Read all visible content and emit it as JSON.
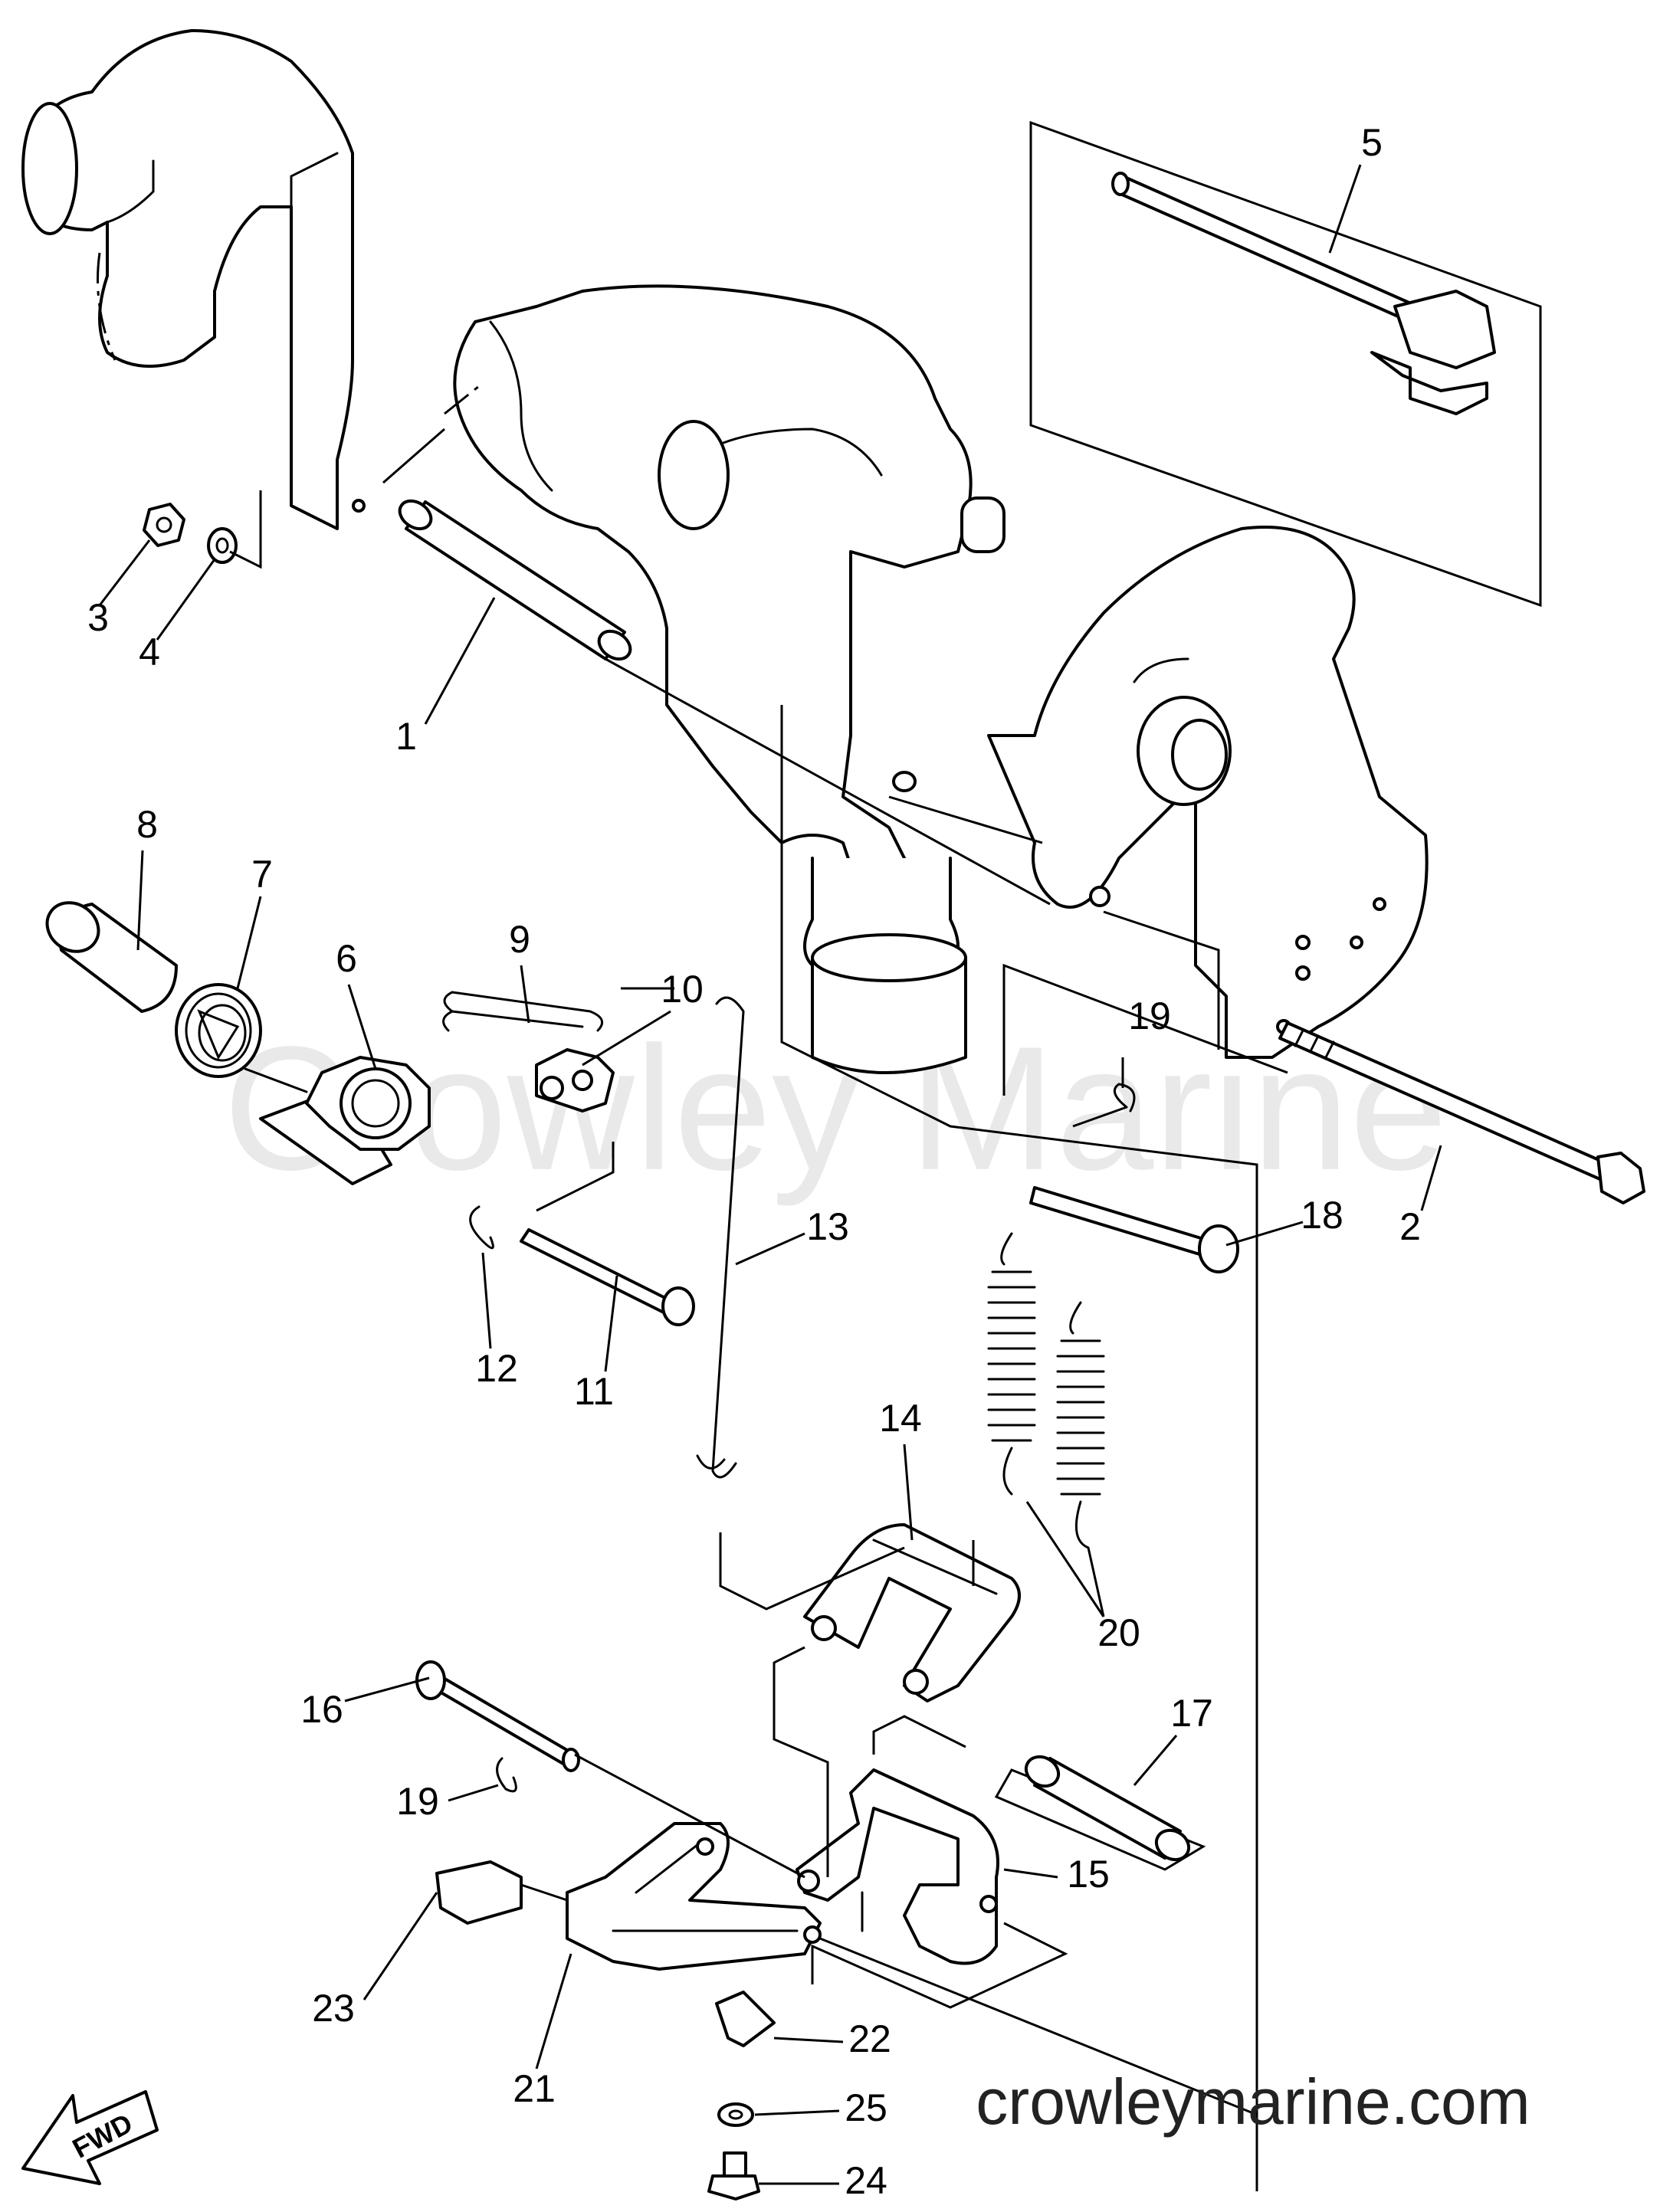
{
  "watermark": "Crowley Marine",
  "website": "crowleymarine.com",
  "direction_arrow": "FWD",
  "callouts": [
    {
      "id": "c1",
      "label": "1"
    },
    {
      "id": "c2",
      "label": "2"
    },
    {
      "id": "c3",
      "label": "3"
    },
    {
      "id": "c4",
      "label": "4"
    },
    {
      "id": "c5",
      "label": "5"
    },
    {
      "id": "c6",
      "label": "6"
    },
    {
      "id": "c7",
      "label": "7"
    },
    {
      "id": "c8",
      "label": "8"
    },
    {
      "id": "c9",
      "label": "9"
    },
    {
      "id": "c10",
      "label": "10"
    },
    {
      "id": "c11",
      "label": "11"
    },
    {
      "id": "c12",
      "label": "12"
    },
    {
      "id": "c13",
      "label": "13"
    },
    {
      "id": "c14",
      "label": "14"
    },
    {
      "id": "c15",
      "label": "15"
    },
    {
      "id": "c16",
      "label": "16"
    },
    {
      "id": "c17",
      "label": "17"
    },
    {
      "id": "c18",
      "label": "18"
    },
    {
      "id": "c19a",
      "label": "19"
    },
    {
      "id": "c19b",
      "label": "19"
    },
    {
      "id": "c20",
      "label": "20"
    },
    {
      "id": "c21",
      "label": "21"
    },
    {
      "id": "c22",
      "label": "22"
    },
    {
      "id": "c23",
      "label": "23"
    },
    {
      "id": "c24",
      "label": "24"
    },
    {
      "id": "c25",
      "label": "25"
    }
  ]
}
